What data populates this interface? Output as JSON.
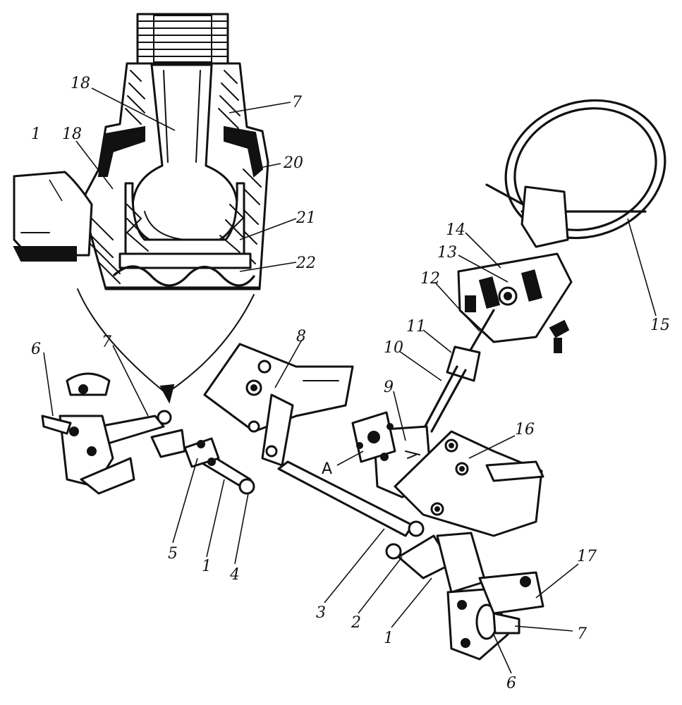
{
  "figure": {
    "labels": [
      {
        "id": "top-18",
        "text": "18"
      },
      {
        "id": "top-7",
        "text": "7"
      },
      {
        "id": "top-1",
        "text": "1"
      },
      {
        "id": "top-18b",
        "text": "18"
      },
      {
        "id": "top-20",
        "text": "20"
      },
      {
        "id": "top-21",
        "text": "21"
      },
      {
        "id": "top-22",
        "text": "22"
      },
      {
        "id": "wheel-14",
        "text": "14"
      },
      {
        "id": "wheel-13",
        "text": "13"
      },
      {
        "id": "wheel-12",
        "text": "12"
      },
      {
        "id": "wheel-11",
        "text": "11"
      },
      {
        "id": "wheel-10",
        "text": "10"
      },
      {
        "id": "wheel-15",
        "text": "15"
      },
      {
        "id": "mid-6",
        "text": "6"
      },
      {
        "id": "mid-7",
        "text": "7"
      },
      {
        "id": "mid-8",
        "text": "8"
      },
      {
        "id": "mid-9",
        "text": "9"
      },
      {
        "id": "mid-16",
        "text": "16"
      },
      {
        "id": "mid-A",
        "text": "A"
      },
      {
        "id": "low-5",
        "text": "5"
      },
      {
        "id": "low-1",
        "text": "1"
      },
      {
        "id": "low-4",
        "text": "4"
      },
      {
        "id": "low-3",
        "text": "3"
      },
      {
        "id": "low-2",
        "text": "2"
      },
      {
        "id": "low-1b",
        "text": "1"
      },
      {
        "id": "low-17",
        "text": "17"
      },
      {
        "id": "low-7",
        "text": "7"
      },
      {
        "id": "low-6",
        "text": "6"
      }
    ]
  }
}
